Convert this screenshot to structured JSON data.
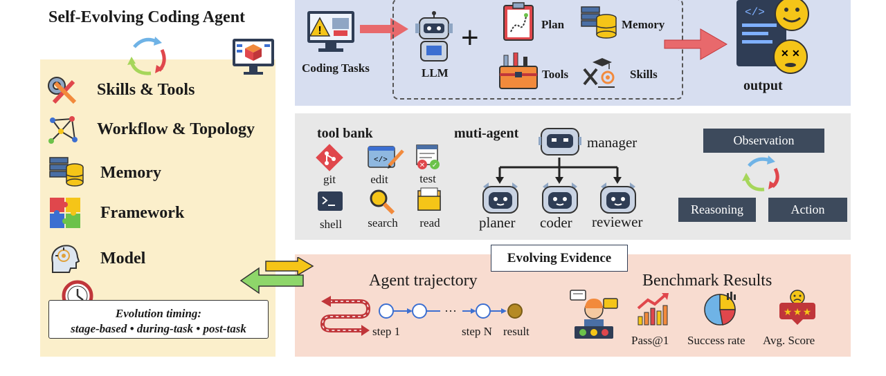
{
  "left": {
    "title": "Self-Evolving Coding Agent",
    "items": [
      {
        "label": "Skills & Tools",
        "icon": "tools-icon"
      },
      {
        "label": "Workflow & Topology",
        "icon": "network-icon"
      },
      {
        "label": "Memory",
        "icon": "database-icon"
      },
      {
        "label": "Framework",
        "icon": "puzzle-icon"
      },
      {
        "label": "Model",
        "icon": "ai-head-icon"
      }
    ],
    "timing_title": "Evolution timing:",
    "timing_detail": "stage-based • during-task • post-task"
  },
  "top": {
    "coding_tasks": "Coding Tasks",
    "llm": "LLM",
    "plus": "+",
    "plan": "Plan",
    "memory": "Memory",
    "tools": "Tools",
    "skills": "Skills",
    "output": "output"
  },
  "mid": {
    "tool_bank_title": "tool bank",
    "tools": [
      "git",
      "edit",
      "test",
      "shell",
      "search",
      "read"
    ],
    "multi_agent_title": "muti-agent",
    "manager": "manager",
    "agents": [
      "planer",
      "coder",
      "reviewer"
    ],
    "loop": {
      "observation": "Observation",
      "reasoning": "Reasoning",
      "action": "Action"
    }
  },
  "bottom": {
    "evidence": "Evolving Evidence",
    "trajectory_title": "Agent trajectory",
    "step1": "step 1",
    "dots": "···",
    "stepN": "step N",
    "result": "result",
    "benchmark_title": "Benchmark Results",
    "metrics": [
      "Pass@1",
      "Success rate",
      "Avg. Score"
    ]
  },
  "colors": {
    "left_panel": "#fbefcb",
    "top_panel": "#d7def0",
    "mid_panel": "#e8e8e8",
    "bottom_panel": "#f8dcd0",
    "dark_box": "#3d4a5c",
    "arrow_red": "#e0474c",
    "arrow_green": "#6cc24a",
    "arrow_yellow": "#f5c518",
    "node_blue": "#3c6fd1"
  }
}
